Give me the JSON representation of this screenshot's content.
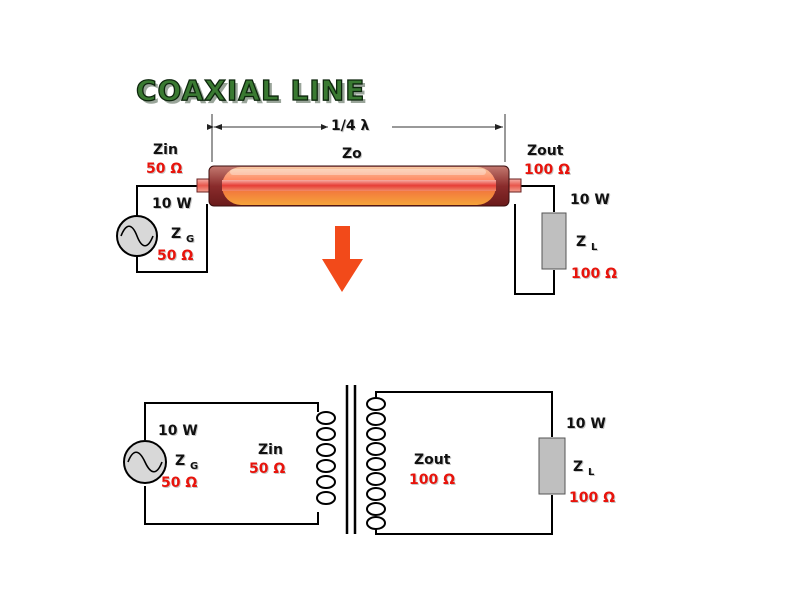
{
  "title": "COAXIAL LINE",
  "top_circuit": {
    "length_label": "1/4 λ",
    "line_impedance": "Zo",
    "zin": {
      "label": "Zin",
      "value": "50 Ω"
    },
    "zout": {
      "label": "Zout",
      "value": "100 Ω"
    },
    "generator": {
      "power": "10 W",
      "symbol": "Z",
      "subscript": "G",
      "value": "50 Ω"
    },
    "load": {
      "power": "10 W",
      "symbol": "Z",
      "subscript": "L",
      "value": "100 Ω"
    }
  },
  "bottom_circuit": {
    "zin": {
      "label": "Zin",
      "value": "50 Ω"
    },
    "zout": {
      "label": "Zout",
      "value": "100 Ω"
    },
    "generator": {
      "power": "10 W",
      "symbol": "Z",
      "subscript": "G",
      "value": "50 Ω"
    },
    "load": {
      "power": "10 W",
      "symbol": "Z",
      "subscript": "L",
      "value": "100 Ω"
    }
  },
  "colors": {
    "label_red": "#e8140c",
    "arrow": "#f24a1a",
    "title_green": "#3a7a32",
    "load_grey": "#bfbfbf"
  }
}
